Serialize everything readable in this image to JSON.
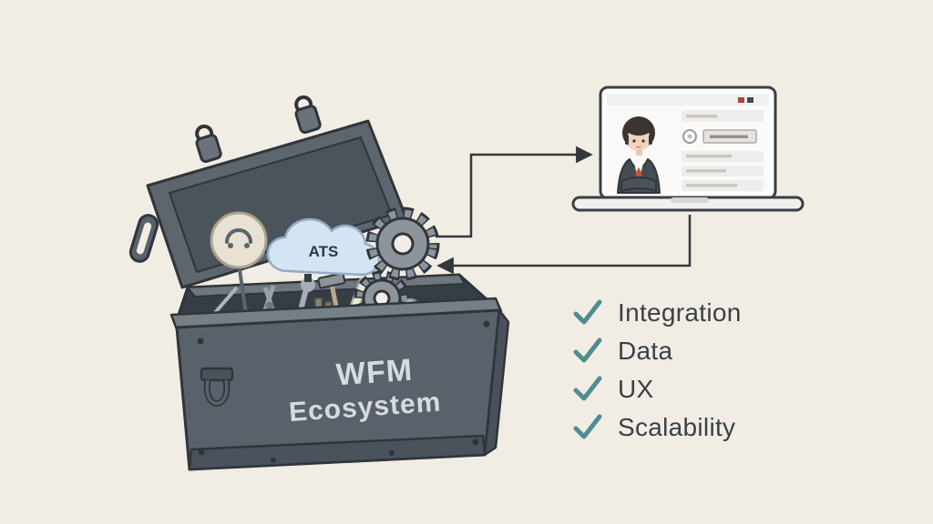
{
  "illustration": {
    "cloud_label": "ATS",
    "toolbox_label_line1": "WFM",
    "toolbox_label_line2": "Ecosystem"
  },
  "checklist": {
    "items": [
      "Integration",
      "Data",
      "UX",
      "Scalability"
    ]
  },
  "colors": {
    "background": "#f2ede4",
    "toolbox": "#59626a",
    "toolbox_dark": "#363e45",
    "cloud_fill": "#d3e4f3",
    "cloud_stroke": "#93abc6",
    "gear": "#8d949b",
    "check": "#4e8d91",
    "arrow": "#33383d",
    "tie_orange": "#bf5a2e",
    "label_text": "#d7dbde"
  }
}
